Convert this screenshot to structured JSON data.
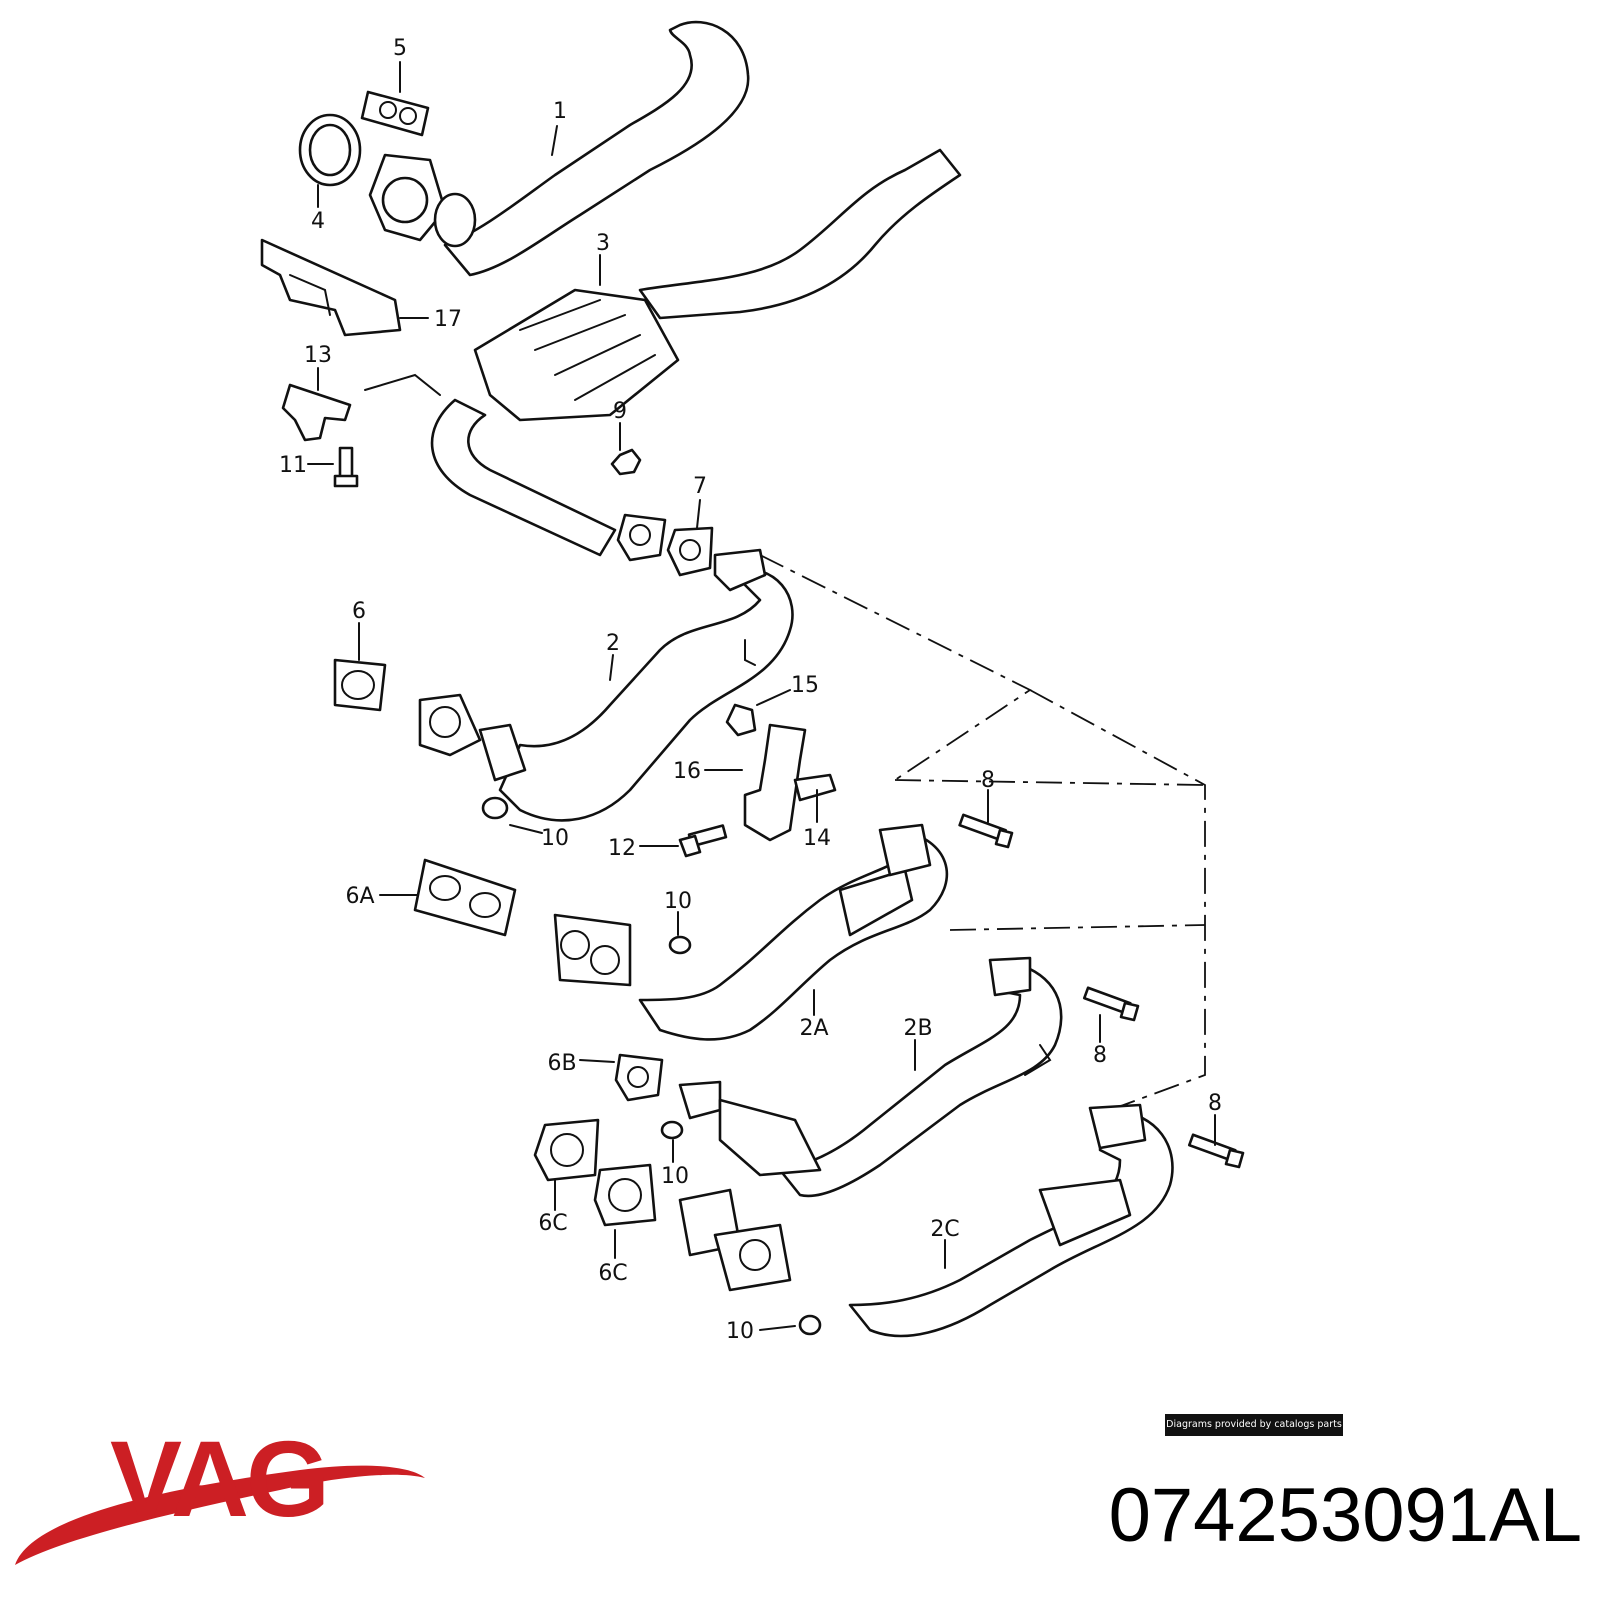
{
  "labels": [
    {
      "id": "1",
      "text": "1"
    },
    {
      "id": "2",
      "text": "2"
    },
    {
      "id": "2A",
      "text": "2A"
    },
    {
      "id": "2B",
      "text": "2B"
    },
    {
      "id": "2C",
      "text": "2C"
    },
    {
      "id": "3",
      "text": "3"
    },
    {
      "id": "4",
      "text": "4"
    },
    {
      "id": "5",
      "text": "5"
    },
    {
      "id": "6",
      "text": "6"
    },
    {
      "id": "6A",
      "text": "6A"
    },
    {
      "id": "6B",
      "text": "6B"
    },
    {
      "id": "6C-a",
      "text": "6C"
    },
    {
      "id": "6C-b",
      "text": "6C"
    },
    {
      "id": "7",
      "text": "7"
    },
    {
      "id": "8-a",
      "text": "8"
    },
    {
      "id": "8-b",
      "text": "8"
    },
    {
      "id": "8-c",
      "text": "8"
    },
    {
      "id": "9",
      "text": "9"
    },
    {
      "id": "10-a",
      "text": "10"
    },
    {
      "id": "10-b",
      "text": "10"
    },
    {
      "id": "10-c",
      "text": "10"
    },
    {
      "id": "10-d",
      "text": "10"
    },
    {
      "id": "11",
      "text": "11"
    },
    {
      "id": "12",
      "text": "12"
    },
    {
      "id": "13",
      "text": "13"
    },
    {
      "id": "14",
      "text": "14"
    },
    {
      "id": "15",
      "text": "15"
    },
    {
      "id": "16",
      "text": "16"
    },
    {
      "id": "17",
      "text": "17"
    }
  ],
  "credit": "Diagrams provided by catalogs parts",
  "brand": {
    "name": "VAG",
    "color": "#cc1f24"
  },
  "part_number": "074253091AL"
}
